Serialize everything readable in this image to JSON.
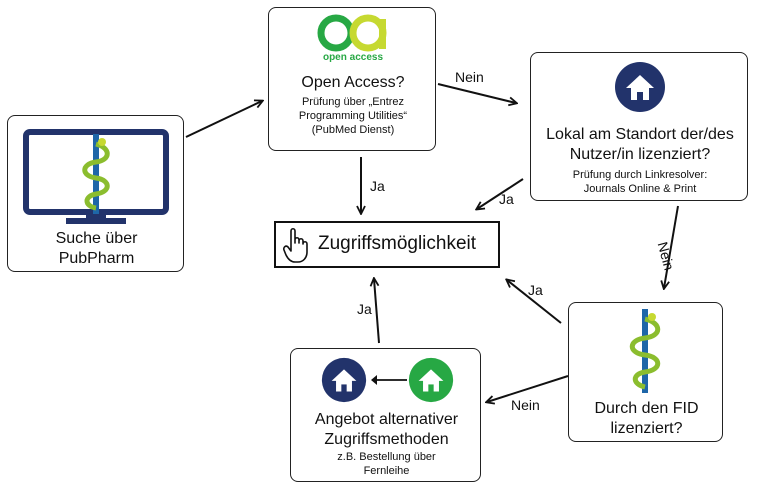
{
  "colors": {
    "navy": "#22336b",
    "green": "#27a844",
    "staff_blue": "#1e66a8",
    "snake_green": "#8bbd2e",
    "snake_yellow": "#c6d931",
    "arrow": "#111111"
  },
  "search": {
    "line1": "Suche über",
    "line2": "PubPharm"
  },
  "open_access": {
    "logo_text": "open access",
    "title": "Open Access?",
    "line1": "Prüfung über „Entrez",
    "line2": "Programming Utilities“",
    "line3": "(PubMed Dienst)"
  },
  "local": {
    "line1": "Lokal am Standort der/des",
    "line2": "Nutzer/in lizenziert?",
    "sub1": "Prüfung durch Linkresolver:",
    "sub2": "Journals Online & Print"
  },
  "access": {
    "label": "Zugriffsmöglichkeit"
  },
  "fid": {
    "line1": "Durch den FID",
    "line2": "lizenziert?"
  },
  "alternative": {
    "line1": "Angebot alternativer",
    "line2": "Zugriffsmethoden",
    "sub1": "z.B. Bestellung über",
    "sub2": "Fernleihe"
  },
  "labels": {
    "nein_top": "Nein",
    "ja_oa": "Ja",
    "ja_local": "Ja",
    "nein_right": "Nein",
    "ja_fid": "Ja",
    "nein_bottom": "Nein",
    "ja_alt": "Ja"
  },
  "icons": {
    "monitor": "monitor-icon",
    "aesculap": "aesculap-staff-icon",
    "oa_logo": "open-access-logo",
    "home_navy": "home-icon",
    "home_green": "home-icon",
    "hand": "pointing-hand-icon"
  }
}
